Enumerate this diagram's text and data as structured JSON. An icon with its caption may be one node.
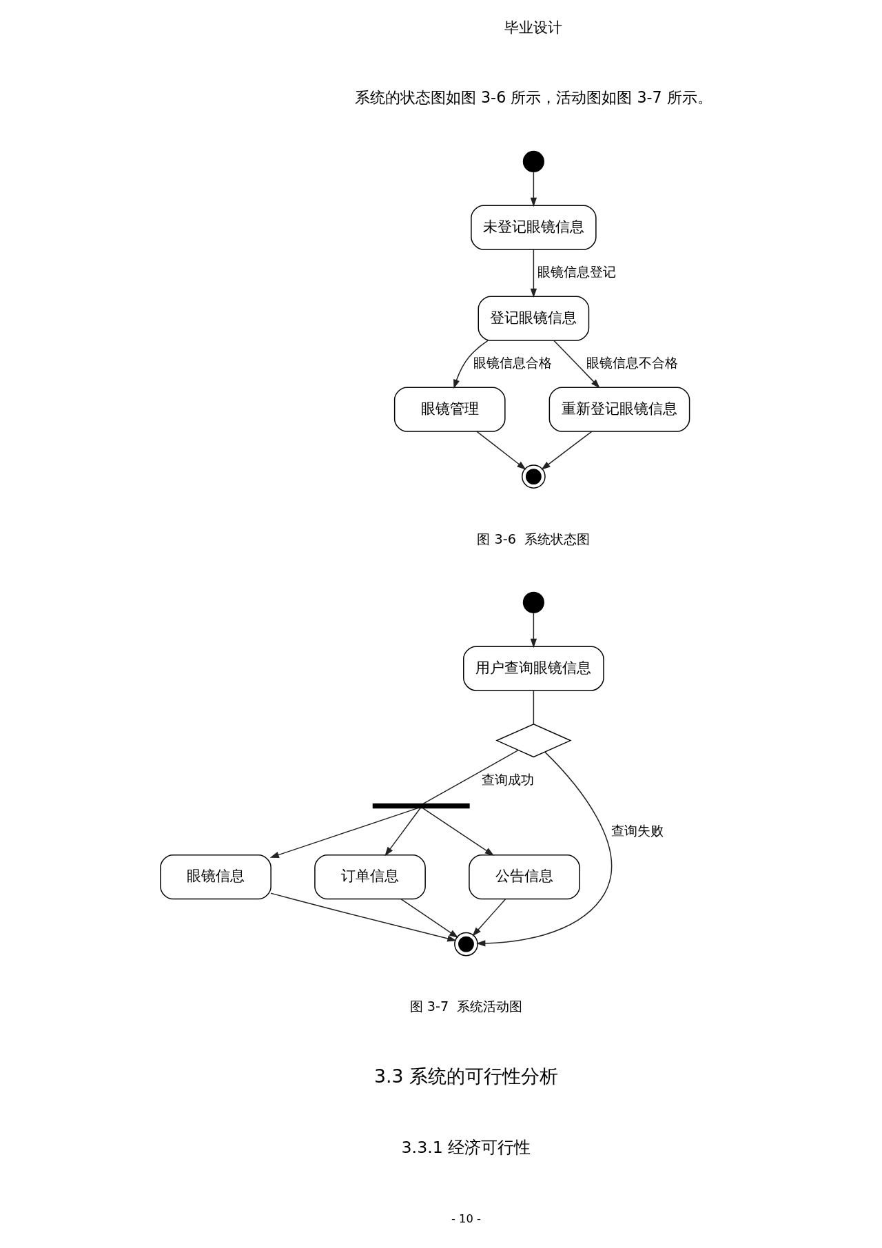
{
  "diagram": {
    "nodes": [
      {
        "text": [],
        "shape": "circle"
      },
      {
        "text": [
          "未登记眼镜信息"
        ]
      },
      {
        "text": [
          "登记眼镜信息"
        ]
      },
      {
        "text": [
          "眼镜管理"
        ]
      },
      {
        "text": [
          "重新登记眼镜信息"
        ]
      },
      {
        "text": [],
        "shape": "circle"
      },
      {
        "text": [],
        "shape": "circle"
      },
      {
        "text": [
          "用户查询眼镜信息"
        ]
      },
      {
        "text": [],
        "shape": "diamond"
      },
      {
        "text": [],
        "shape": "bar"
      },
      {
        "text": [
          "眼镜信息"
        ]
      },
      {
        "text": [
          "订单信息"
        ]
      },
      {
        "text": [
          "公告信息"
        ]
      },
      {
        "text": [],
        "shape": "circle"
      }
    ],
    "edges": [
      {
        "from": 0,
        "to": 1,
        "arrow": "to"
      },
      {
        "from": 1,
        "to": 2,
        "arrow": "to",
        "label": "眼镜信息登记"
      },
      {
        "from": 2,
        "to": 3,
        "arrow": "to",
        "label": "眼镜信息合格"
      },
      {
        "from": 2,
        "to": 4,
        "arrow": "to",
        "label": "眼镜信息不合格"
      },
      {
        "from": 3,
        "to": 5,
        "arrow": "to"
      },
      {
        "from": 4,
        "to": 5,
        "arrow": "to"
      },
      {
        "from": 6,
        "to": 7,
        "arrow": "to"
      },
      {
        "from": 7,
        "to": 8,
        "arrow": "none"
      },
      {
        "from": 8,
        "to": 9,
        "arrow": "none",
        "label": "查询成功"
      },
      {
        "from": 8,
        "to": 13,
        "arrow": "to",
        "label": "查询失败"
      },
      {
        "from": 9,
        "to": 10,
        "arrow": "to"
      },
      {
        "from": 9,
        "to": 11,
        "arrow": "to"
      },
      {
        "from": 9,
        "to": 12,
        "arrow": "to"
      },
      {
        "from": 10,
        "to": 13,
        "arrow": "to"
      },
      {
        "from": 11,
        "to": 13,
        "arrow": "to"
      },
      {
        "from": 12,
        "to": 13,
        "arrow": "to"
      }
    ],
    "labels": [
      "毕业设计",
      "系统的状态图如图 3-6 所示，活动图如图 3-7 所示。",
      "图 3-6  系统状态图",
      "图 3-7  系统活动图",
      "3.3 系统的可行性分析",
      "3.3.1 经济可行性",
      "- 10 -"
    ]
  }
}
